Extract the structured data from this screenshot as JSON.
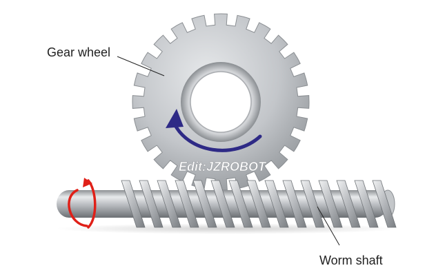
{
  "labels": {
    "gear_wheel": "Gear wheel",
    "worm_shaft": "Worm shaft"
  },
  "watermark": "Edit:JZROBOT",
  "icons": {
    "rotation_gear": "curved-arrow-counterclockwise-icon",
    "rotation_shaft": "circular-rotation-arrow-icon"
  },
  "colors": {
    "gear_arrow": "#2e2a86",
    "shaft_arrow": "#e02018",
    "metal": "#b9bcc0"
  }
}
